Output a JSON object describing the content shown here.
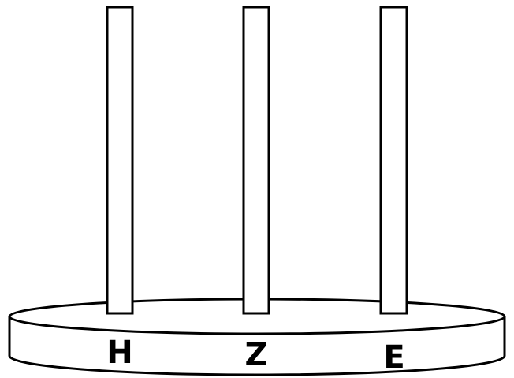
{
  "diagram": {
    "pegs": [
      {
        "label": "H"
      },
      {
        "label": "Z"
      },
      {
        "label": "E"
      }
    ],
    "colors": {
      "stroke": "#000000",
      "fill": "#ffffff"
    }
  }
}
